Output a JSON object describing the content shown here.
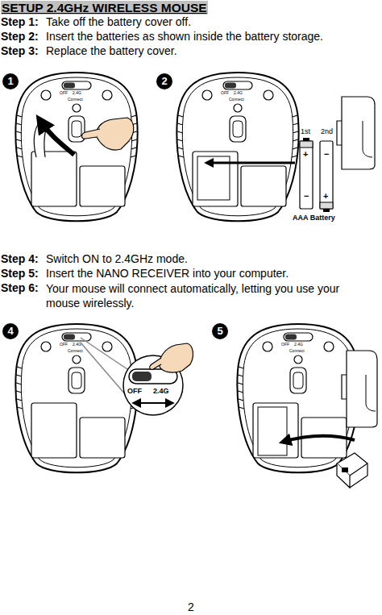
{
  "diagram": {
    "title": "SETUP 2.4GHz WIRELESS MOUSE",
    "labels": [
      "Step 1:",
      "Take off the battery cover off.",
      "Step 2:",
      "Insert the batteries as shown inside the battery storage.",
      "Step 3:",
      "Replace the battery cover.",
      "Step 4:",
      "Switch ON to 2.4GHz mode.",
      "Step 5:",
      "Insert the NANO RECEIVER into your computer.",
      "Step 6:",
      "Your mouse will connect automatically, letting you use your mouse wirelessly.",
      "1",
      "2",
      "4",
      "5",
      "OFF",
      "2.4G",
      "Connect",
      "OFF",
      "2.4G",
      "Connect",
      "1st",
      "2nd",
      "+",
      "−",
      "−",
      "+",
      "AAA Battery",
      "OFF",
      "2.4G",
      "Connect",
      "OFF",
      "2.4G",
      "OFF",
      "2.4G",
      "Connect",
      "2"
    ]
  }
}
